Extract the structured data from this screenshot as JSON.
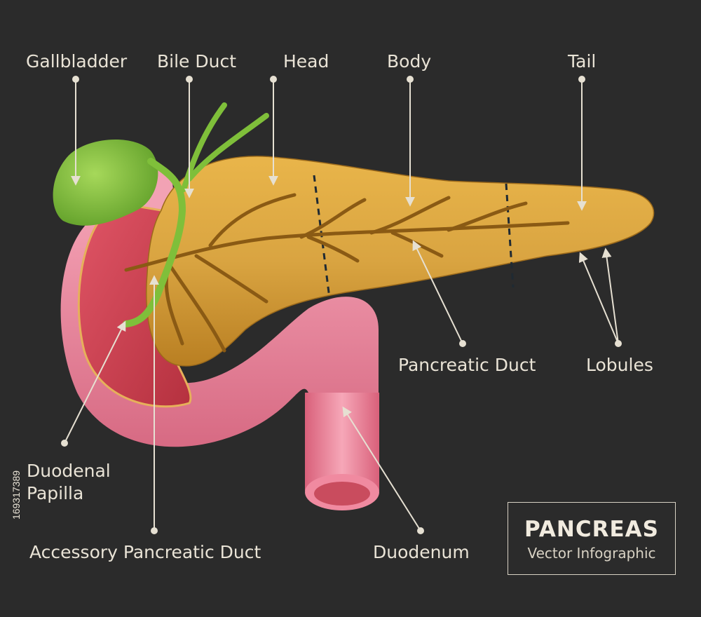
{
  "labels": {
    "gallbladder": "Gallbladder",
    "bile_duct": "Bile Duct",
    "head": "Head",
    "body": "Body",
    "tail": "Tail",
    "pancreatic_duct": "Pancreatic Duct",
    "lobules": "Lobules",
    "duodenal_papilla_line1": "Duodenal",
    "duodenal_papilla_line2": "Papilla",
    "accessory_pancreatic_duct": "Accessory Pancreatic Duct",
    "duodenum": "Duodenum"
  },
  "title": {
    "main": "PANCREAS",
    "subtitle": "Vector Infographic"
  },
  "stock_id": "169317389",
  "colors": {
    "background": "#2b2b2b",
    "label_text": "#e9e3d6",
    "pancreas": "#d9a441",
    "duct": "#8a5a14",
    "gallbladder": "#7fbf3a",
    "duodenum": "#ef8fa6",
    "duodenum_inner": "#d64a5c"
  }
}
